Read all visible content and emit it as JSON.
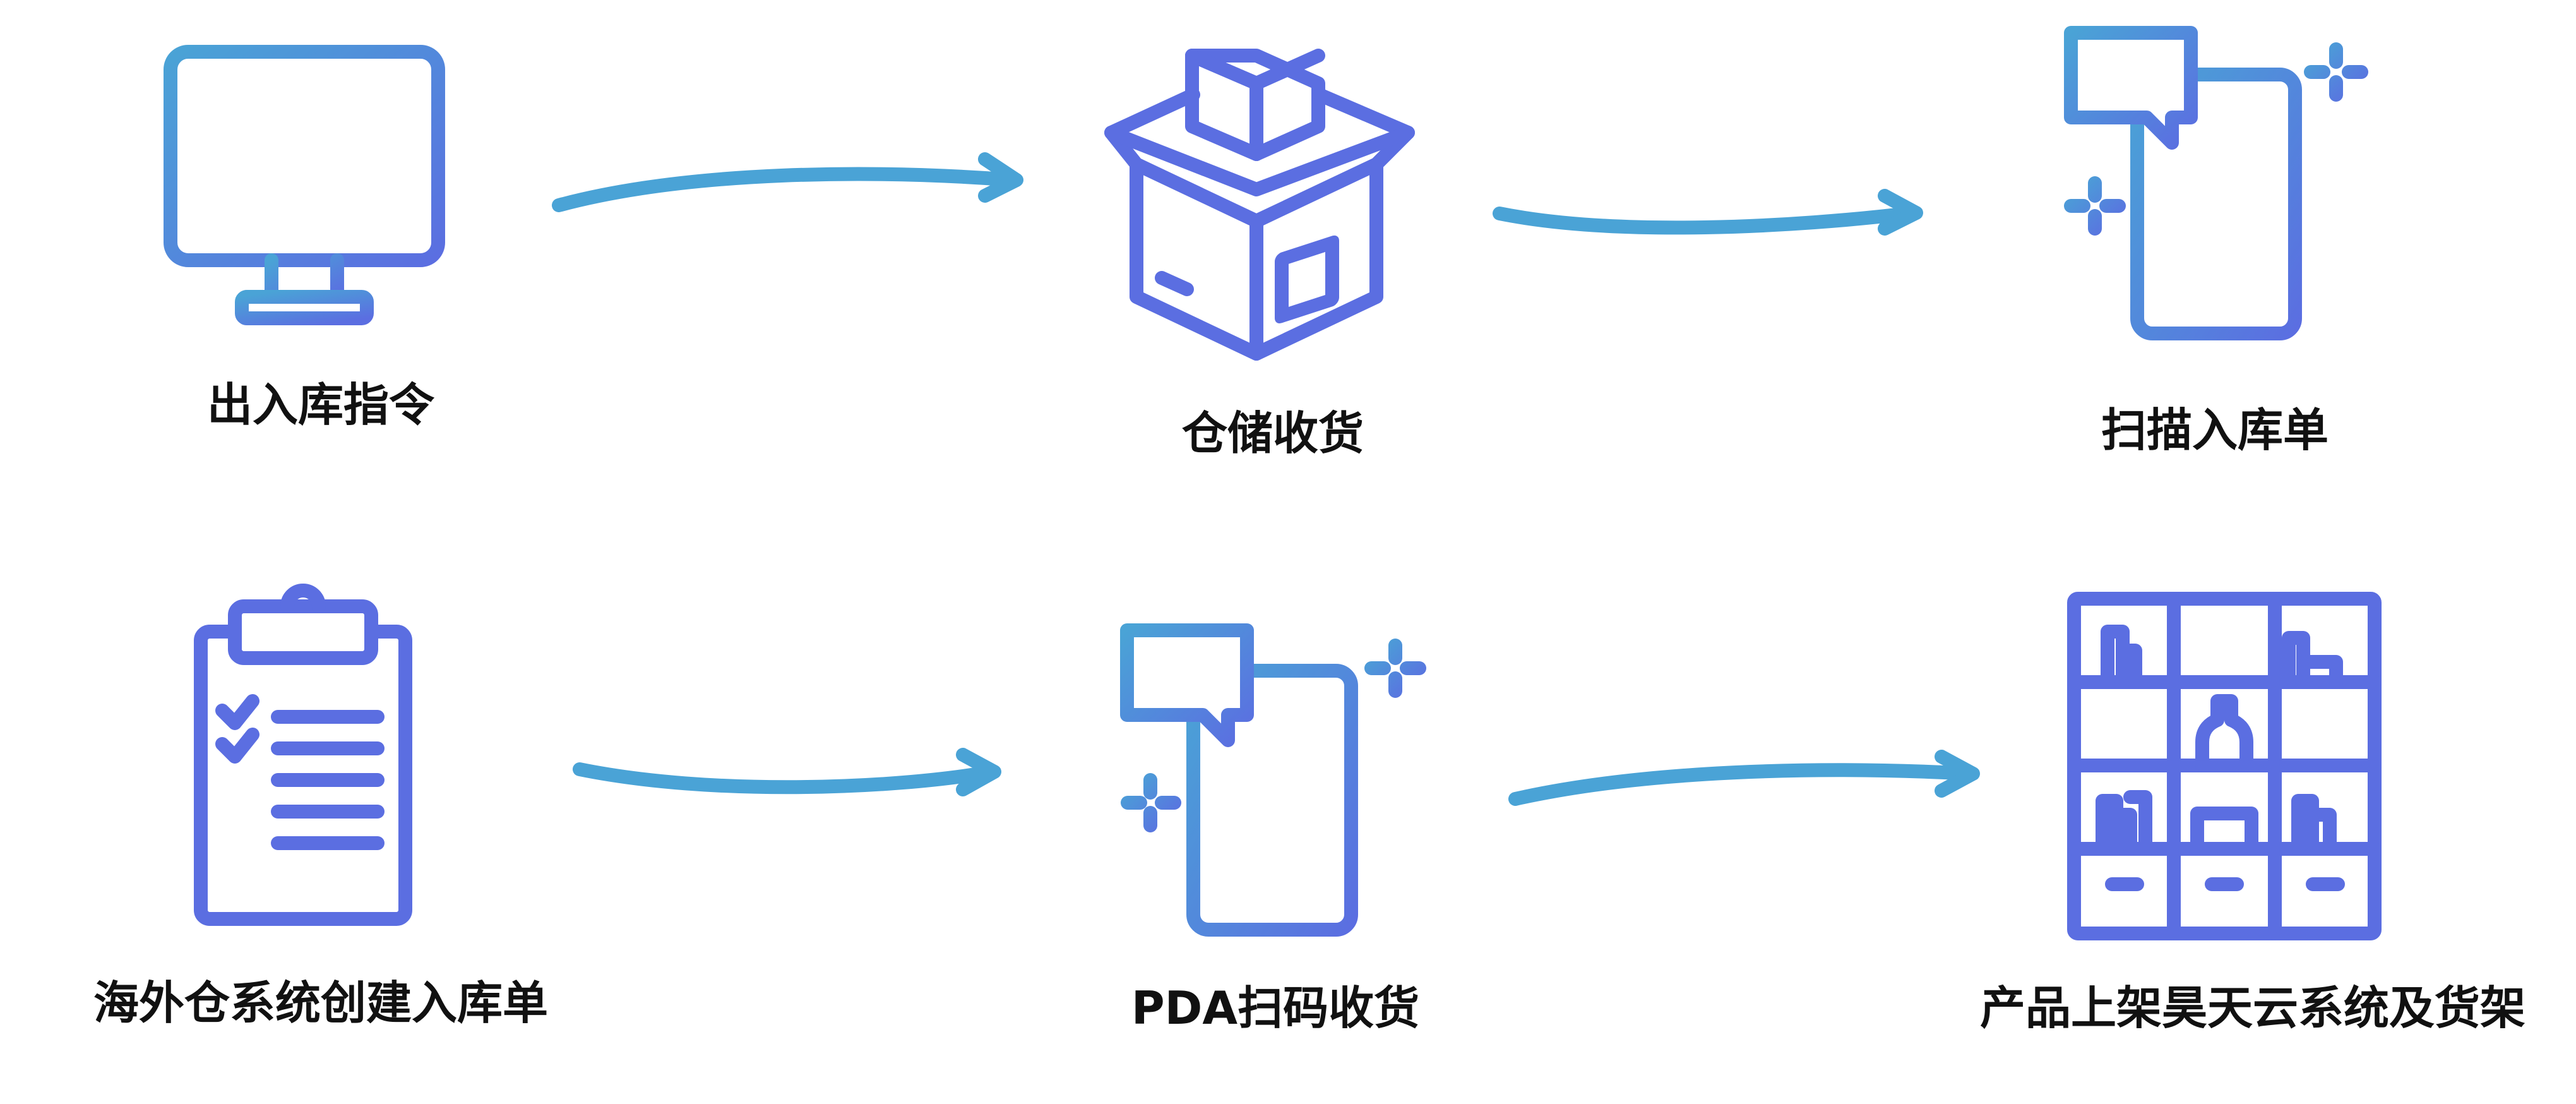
{
  "diagram": {
    "steps": [
      {
        "label": "出入库指令",
        "icon": "monitor-icon"
      },
      {
        "label": "仓储收货",
        "icon": "open-box-icon"
      },
      {
        "label": "扫描入库单",
        "icon": "phone-scan-icon"
      },
      {
        "label": "海外仓系统创建入库单",
        "icon": "clipboard-checklist-icon"
      },
      {
        "label": "PDA扫码收货",
        "icon": "phone-scan-icon"
      },
      {
        "label": "产品上架昊天云系统及货架",
        "icon": "shelf-icon"
      }
    ],
    "colors": {
      "gradient_blue": "#4aa3d6",
      "gradient_indigo": "#5b6ee1",
      "arrow": "#4aa3d6",
      "text": "#111111"
    }
  }
}
